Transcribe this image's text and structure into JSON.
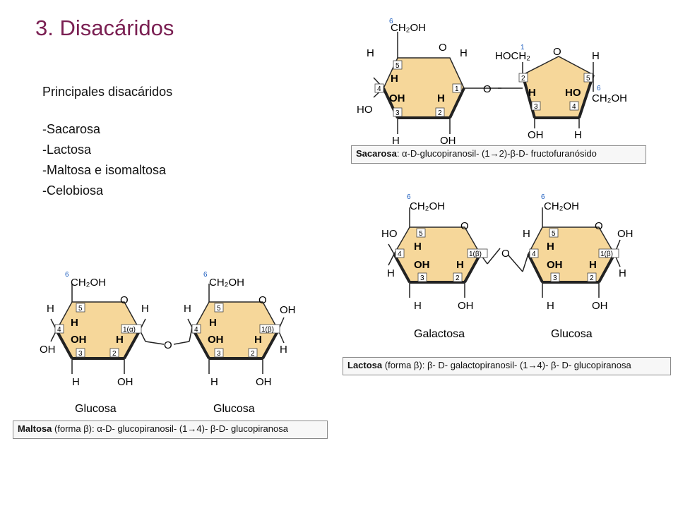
{
  "slide": {
    "title": "3. Disacáridos",
    "intro_heading": "Principales disacáridos",
    "list": [
      "-Sacarosa",
      "-Lactosa",
      "-Maltosa e isomaltosa",
      "-Celobiosa"
    ]
  },
  "sacarosa": {
    "caption_name": "Sacarosa",
    "caption_text": ": α-D-glucopiranosil- (1→2)-β-D- fructofuranósido",
    "labels": {
      "ch2oh_top": "CH₂OH",
      "n6": "6",
      "o_ring": "O",
      "h_c5_left": "H",
      "n5": "5",
      "h_c5_in": "H",
      "h_c1_right": "H",
      "n4": "4",
      "n1": "1",
      "oh_in": "OH",
      "h_in": "H",
      "ho_left": "HO",
      "n3": "3",
      "n2": "2",
      "h_bottom": "H",
      "oh_bottom": "OH",
      "o_link": "O",
      "fr_n1": "1",
      "hoch2": "HOCH₂",
      "fr_o": "O",
      "fr_h_right": "H",
      "fr_n2": "2",
      "fr_n5": "5",
      "fr_h_in": "H",
      "fr_ho_in": "HO",
      "fr_n6": "6",
      "fr_ch2oh": "CH₂OH",
      "fr_n3": "3",
      "fr_n4": "4",
      "fr_oh_bottom": "OH",
      "fr_h_bottom": "H"
    }
  },
  "lactosa": {
    "caption_name": "Lactosa",
    "caption_text": " (forma β): β- D- galactopiranosil- (1→4)- β- D- glucopiranosa",
    "label_left": "Galactosa",
    "label_right": "Glucosa",
    "left": {
      "ch2oh": "CH₂OH",
      "n6": "6",
      "o": "O",
      "ho_left": "HO",
      "n5": "5",
      "h_in": "H",
      "n4": "4",
      "c1": "1(β)",
      "h_c4": "H",
      "oh_in": "OH",
      "h_in2": "H",
      "n3": "3",
      "n2": "2",
      "h_bottom": "H",
      "oh_bottom": "OH"
    },
    "o_link": "O",
    "right": {
      "ch2oh": "CH₂OH",
      "n6": "6",
      "o": "O",
      "oh_right": "OH",
      "h_left": "H",
      "n5": "5",
      "h_in": "H",
      "n4": "4",
      "c1": "1(β)",
      "oh_in": "OH",
      "h_in2": "H",
      "h_right": "H",
      "n3": "3",
      "n2": "2",
      "h_bottom": "H",
      "oh_bottom": "OH"
    }
  },
  "maltosa": {
    "caption_name": "Maltosa",
    "caption_text": " (forma β): α-D- glucopiranosil- (1→4)- β-D- glucopiranosa",
    "label_left": "Glucosa",
    "label_right": "Glucosa",
    "left": {
      "ch2oh": "CH₂OH",
      "n6": "6",
      "o": "O",
      "h_left": "H",
      "n5": "5",
      "h_in": "H",
      "h_right": "H",
      "n4": "4",
      "c1": "1(α)",
      "oh_in": "OH",
      "h_in2": "H",
      "oh_left": "OH",
      "n3": "3",
      "n2": "2",
      "h_bottom": "H",
      "oh_bottom": "OH"
    },
    "o_link": "O",
    "right": {
      "ch2oh": "CH₂OH",
      "n6": "6",
      "o": "O",
      "oh_right": "OH",
      "h_left": "H",
      "n5": "5",
      "h_in": "H",
      "n4": "4",
      "c1": "1(β)",
      "oh_in": "OH",
      "h_in2": "H",
      "h_right": "H",
      "n3": "3",
      "n2": "2",
      "h_bottom": "H",
      "oh_bottom": "OH"
    }
  },
  "colors": {
    "title": "#7a1f52",
    "ring_fill": "#f6d79a",
    "ring_stroke": "#2a2a2a",
    "number_box": "#ffffff",
    "number_blue": "#2060c0"
  }
}
